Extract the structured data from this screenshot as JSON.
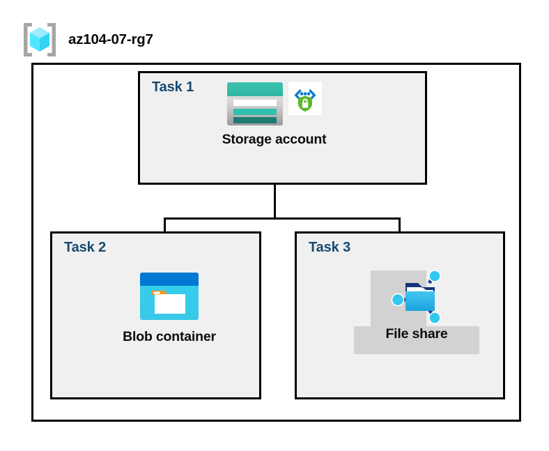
{
  "header": {
    "icon": "azure-resource-group-icon",
    "title": "az104-07-rg7"
  },
  "container": {
    "name": "resource-group-container"
  },
  "tasks": [
    {
      "label": "Task 1",
      "node": {
        "caption": "Storage account",
        "icons": [
          "storage-account-icon",
          "secure-transfer-shield-icon"
        ]
      }
    },
    {
      "label": "Task 2",
      "node": {
        "caption": "Blob container",
        "icons": [
          "blob-container-icon"
        ]
      }
    },
    {
      "label": "Task 3",
      "node": {
        "caption": "File share",
        "icons": [
          "file-share-icon"
        ],
        "highlighted": true
      }
    }
  ],
  "connectors": [
    {
      "name": "storage-to-bus-trunk"
    },
    {
      "name": "horizontal-bus"
    },
    {
      "name": "bus-to-blob-drop"
    },
    {
      "name": "bus-to-fileshare-drop"
    }
  ],
  "colors": {
    "task_label": "#17496f",
    "task_box_fill": "#f0f0f0",
    "border": "#000000",
    "highlight": "#d2d2d2",
    "storage_teal": "#32b8a6",
    "storage_teal_dark": "#1d7b72",
    "blob_blue": "#0078d4",
    "blob_cyan": "#32c8f0",
    "shield_green": "#5cb82a",
    "cube_cyan": "#50e6ff"
  }
}
